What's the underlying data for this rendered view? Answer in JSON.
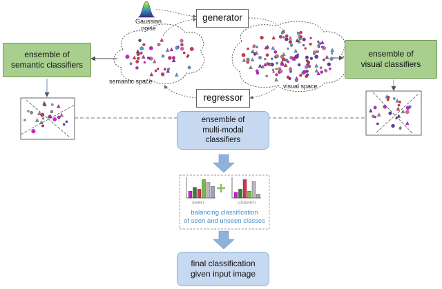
{
  "nodes": {
    "generator": "generator",
    "regressor": "regressor",
    "semantic_ensemble": [
      "ensemble of",
      "semantic classifiers"
    ],
    "visual_ensemble": [
      "ensemble of",
      "visual classifiers"
    ],
    "multimodal_ensemble": [
      "ensemble of",
      "multi-modal",
      "classifiers"
    ],
    "final": [
      "final classification",
      "given input image"
    ]
  },
  "labels": {
    "noise": [
      "Gaussian",
      "noise"
    ],
    "semantic_space": "semantic space",
    "visual_space": "visual space",
    "seen": "seen",
    "unseen": "unseen",
    "plus": "+",
    "balancing": [
      "balancing classification",
      "of seen and unseen classes"
    ]
  },
  "colors": {
    "green_box": "#a8cf8e",
    "blue_box": "#c6d9f0",
    "arrow_blue": "#8fb2db",
    "balancing_text": "#4a90c8",
    "points_red": "#d9334a",
    "points_purple": "#6a3d9a",
    "points_blue": "#5b8fd1",
    "points_magenta": "#d21bd6"
  },
  "histograms": {
    "seen": [
      0.35,
      0.55,
      0.45,
      0.95,
      0.8,
      0.6
    ],
    "unseen": [
      0.3,
      0.45,
      0.95,
      0.35,
      0.85,
      0.2
    ]
  }
}
